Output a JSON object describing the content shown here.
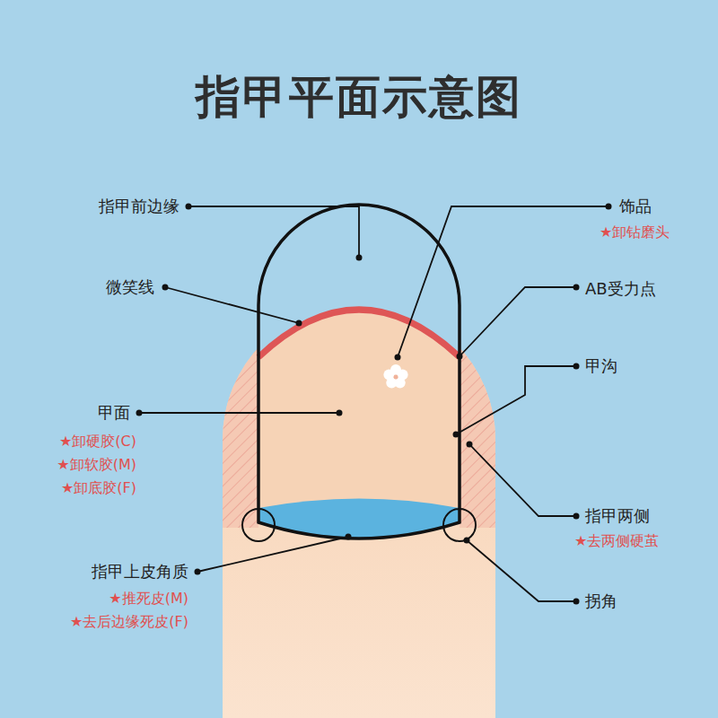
{
  "diagram": {
    "title": "指甲平面示意图",
    "labels": [
      "指甲前边缘",
      "饰品",
      "★卸钻磨头",
      "微笑线",
      "AB受力点",
      "甲沟",
      "甲面",
      "★卸硬胶(C)",
      "★卸软胶(M)",
      "★卸底胶(F)",
      "指甲两侧",
      "★去两侧硬茧",
      "指甲上皮角质",
      "★推死皮(M)",
      "★去后边缘死皮(F)",
      "拐角"
    ]
  }
}
